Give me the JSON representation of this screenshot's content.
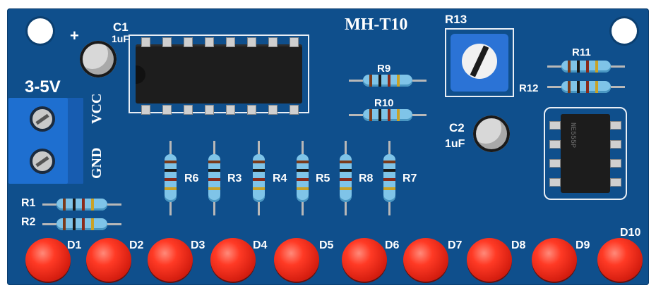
{
  "board": {
    "model": "MH-T10",
    "colors": {
      "pcb": "#0f4f8c",
      "silkscreen": "#ffffff",
      "led": "#e0261a",
      "terminal": "#1e6fd0",
      "resistor": "#7fc4e8"
    }
  },
  "labels": {
    "power": "3-5V",
    "vcc": "VCC",
    "gnd": "GND",
    "c1": "C1",
    "c1_value": "1uF",
    "c2": "C2",
    "c2_value": "1uF",
    "r1": "R1",
    "r2": "R2",
    "r3": "R3",
    "r4": "R4",
    "r5": "R5",
    "r6": "R6",
    "r7": "R7",
    "r8": "R8",
    "r9": "R9",
    "r10": "R10",
    "r11": "R11",
    "r12": "R12",
    "r13": "R13",
    "plus": "+",
    "ic2_marking": "NE555P"
  },
  "leds": [
    {
      "label": "D1"
    },
    {
      "label": "D2"
    },
    {
      "label": "D3"
    },
    {
      "label": "D4"
    },
    {
      "label": "D5"
    },
    {
      "label": "D6"
    },
    {
      "label": "D7"
    },
    {
      "label": "D8"
    },
    {
      "label": "D9"
    },
    {
      "label": "D10"
    }
  ]
}
